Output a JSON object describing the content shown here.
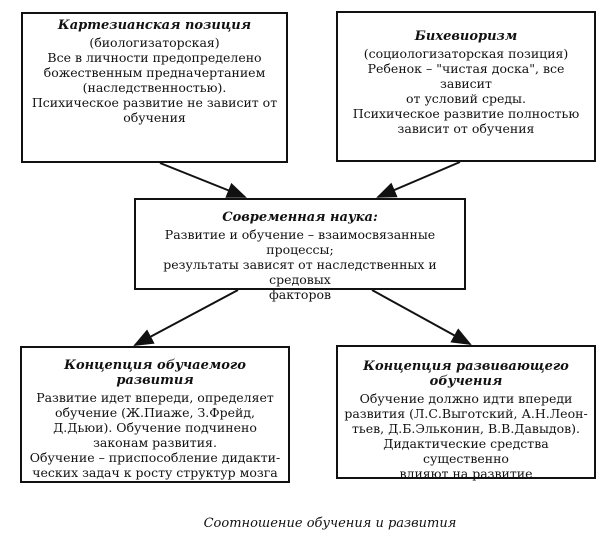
{
  "boxes": {
    "cartesian": {
      "title": "Картезианская позиция",
      "lines": [
        "(биологизаторская)",
        "Все в личности предопределено",
        "божественным предначертанием",
        "(наследственностью).",
        "Психическое развитие не зависит от",
        "обучения"
      ]
    },
    "behaviorism": {
      "title": "Бихевиоризм",
      "lines": [
        "(социологизаторская позиция)",
        "Ребенок – \"чистая доска\", все зависит",
        "от условий среды.",
        "Психическое развитие полностью",
        "зависит от обучения"
      ]
    },
    "modern": {
      "title": "Современная наука:",
      "lines": [
        "Развитие и обучение – взаимосвязанные процессы;",
        "результаты зависят от наследственных и средовых",
        "факторов"
      ]
    },
    "learned_development": {
      "title": "Концепция обучаемого развития",
      "lines": [
        "Развитие идет впереди, определяет",
        "обучение (Ж.Пиаже, З.Фрейд,",
        "Д.Дьюи). Обучение подчинено",
        "законам развития.",
        "Обучение – приспособление дидакти-",
        "ческих задач к росту структур мозга"
      ]
    },
    "developing_learning": {
      "title": "Концепция развивающего обучения",
      "lines": [
        "Обучение должно идти впереди",
        "развития (Л.С.Выготский, А.Н.Леон-",
        "тьев, Д.Б.Эльконин, В.В.Давыдов).",
        "Дидактические средства существенно",
        "влияют на развитие"
      ]
    }
  },
  "caption": "Соотношение обучения и развития"
}
